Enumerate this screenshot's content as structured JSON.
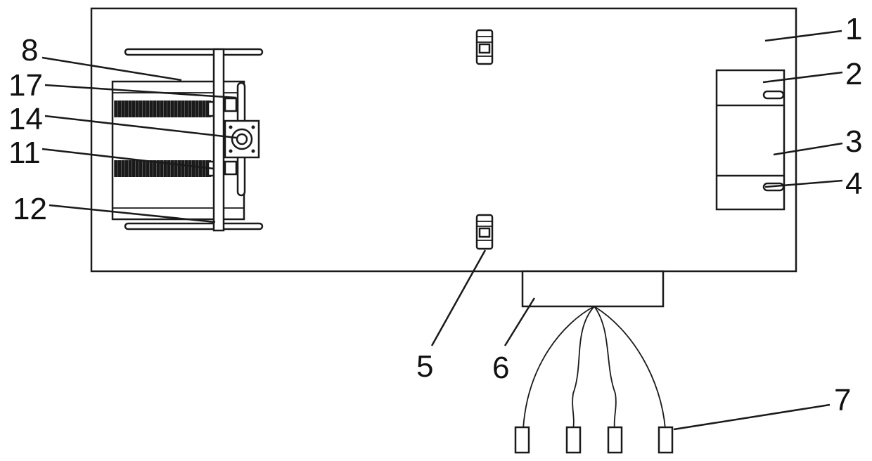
{
  "diagram": {
    "labels": {
      "l1": "1",
      "l2": "2",
      "l3": "3",
      "l4": "4",
      "l5": "5",
      "l6": "6",
      "l7": "7",
      "l8": "8",
      "l11": "11",
      "l12": "12",
      "l14": "14",
      "l17": "17"
    }
  }
}
